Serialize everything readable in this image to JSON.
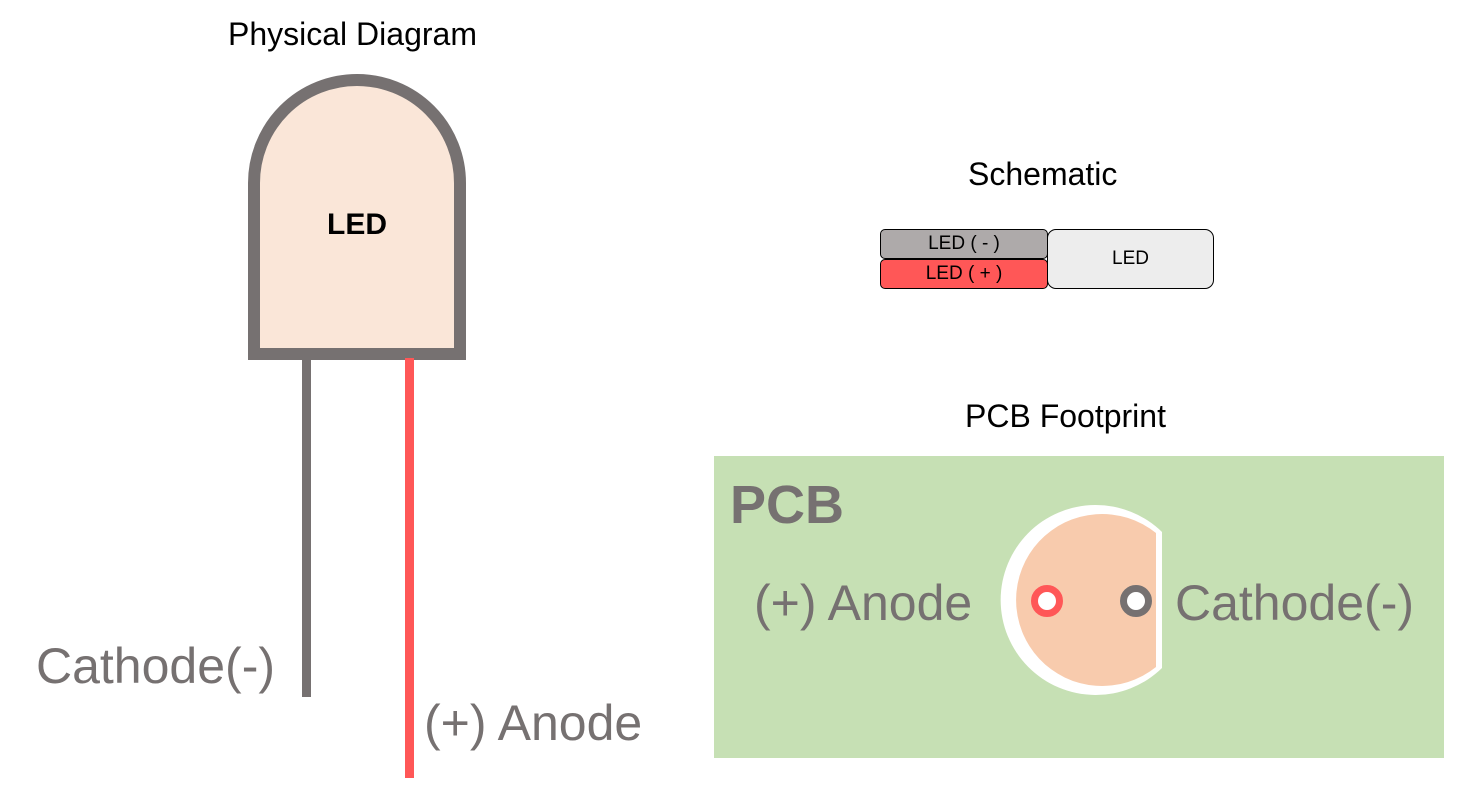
{
  "titles": {
    "physical": "Physical Diagram",
    "schematic": "Schematic",
    "pcb": "PCB Footprint"
  },
  "physical": {
    "body_label": "LED",
    "cathode_label": "Cathode(-)",
    "anode_label": "(+) Anode"
  },
  "schematic": {
    "pin_negative": "LED ( - )",
    "pin_positive": "LED ( + )",
    "body_label": "LED"
  },
  "pcb": {
    "board_label": "PCB",
    "anode_label": "(+) Anode",
    "cathode_label": "Cathode(-)"
  },
  "colors": {
    "lead_gray": "#767171",
    "anode_red": "#ff5757",
    "led_fill": "#fae6d8",
    "pcb_green": "#c6e0b4",
    "pad_fill": "#f8cbad",
    "pin_negative_fill": "#aeaaaa",
    "schematic_body_fill": "#ededed"
  }
}
